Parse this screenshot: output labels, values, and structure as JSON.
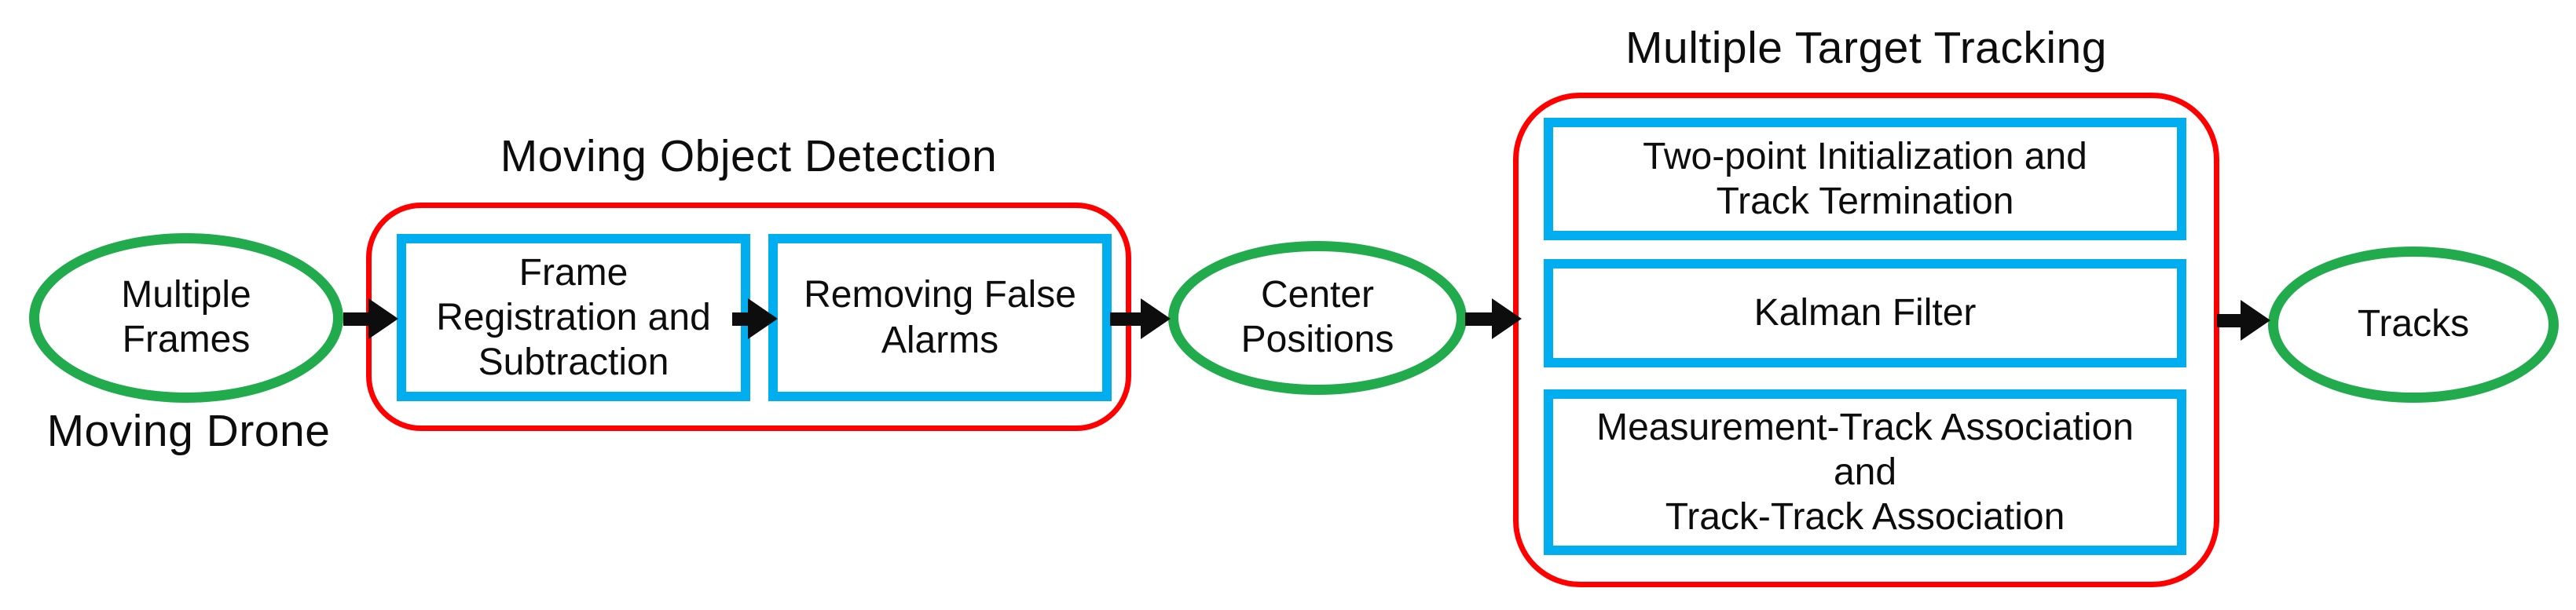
{
  "colors": {
    "green": "#22ab4d",
    "blue": "#00aeef",
    "red": "#fe0000",
    "ink": "#0d0d0d"
  },
  "sections": {
    "detection": {
      "title": "Moving Object Detection"
    },
    "tracking": {
      "title": "Multiple Target Tracking"
    }
  },
  "nodes": {
    "multiple_frames": {
      "line1": "Multiple",
      "line2": "Frames"
    },
    "moving_drone_caption": "Moving Drone",
    "frame_registration": {
      "line1": "Frame",
      "line2": "Registration and",
      "line3": "Subtraction"
    },
    "removing_false_alarms": {
      "line1": "Removing False",
      "line2": "Alarms"
    },
    "center_positions": {
      "line1": "Center",
      "line2": "Positions"
    },
    "two_point_init": {
      "line1": "Two-point Initialization and",
      "line2": "Track Termination"
    },
    "kalman_filter": {
      "label": "Kalman Filter"
    },
    "association": {
      "line1": "Measurement-Track Association",
      "line2": "and",
      "line3": "Track-Track Association"
    },
    "tracks": {
      "label": "Tracks"
    }
  }
}
